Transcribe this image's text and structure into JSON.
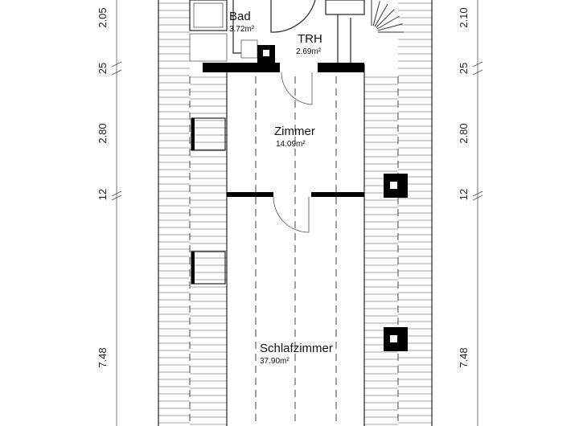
{
  "rooms": {
    "bad": {
      "name": "Bad",
      "area": "3.72m²"
    },
    "trh": {
      "name": "TRH",
      "area": "2.69m²"
    },
    "zimmer": {
      "name": "Zimmer",
      "area": "14.09m²"
    },
    "schlafzimmer": {
      "name": "Schlafzimmer",
      "area": "37.90m²"
    }
  },
  "dimensions": {
    "left": [
      "2.05",
      "25",
      "2.80",
      "12",
      "7.48"
    ],
    "right": [
      "2.10",
      "25",
      "2.80",
      "12",
      "7.48"
    ]
  }
}
